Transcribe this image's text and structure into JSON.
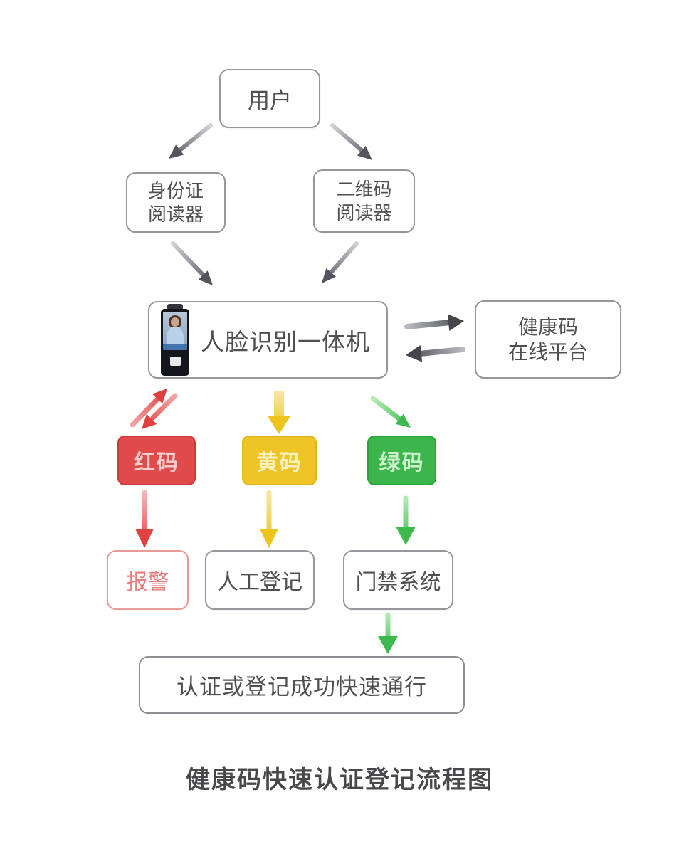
{
  "caption": "健康码快速认证登记流程图",
  "nodes": {
    "user": {
      "label": "用户"
    },
    "id_reader": {
      "line1": "身份证",
      "line2": "阅读器"
    },
    "qr_reader": {
      "line1": "二维码",
      "line2": "阅读器"
    },
    "face_machine": {
      "label": "人脸识别一体机"
    },
    "platform": {
      "line1": "健康码",
      "line2": "在线平台"
    },
    "red_code": {
      "label": "红码",
      "color": "#e14a4a"
    },
    "yellow_code": {
      "label": "黄码",
      "color": "#eec427"
    },
    "green_code": {
      "label": "绿码",
      "color": "#3cb64a"
    },
    "alarm": {
      "label": "报警",
      "color": "#ea7d7d"
    },
    "manual_register": {
      "label": "人工登记"
    },
    "access_control": {
      "label": "门禁系统"
    },
    "pass": {
      "label": "认证或登记成功快速通行"
    }
  },
  "arrow_colors": {
    "gray_tail": "#d0d0d6",
    "gray_head": "#54545e",
    "dark": "#45454c",
    "red": "#e14040",
    "yellow": "#ecc41c",
    "green": "#3eb94d"
  }
}
